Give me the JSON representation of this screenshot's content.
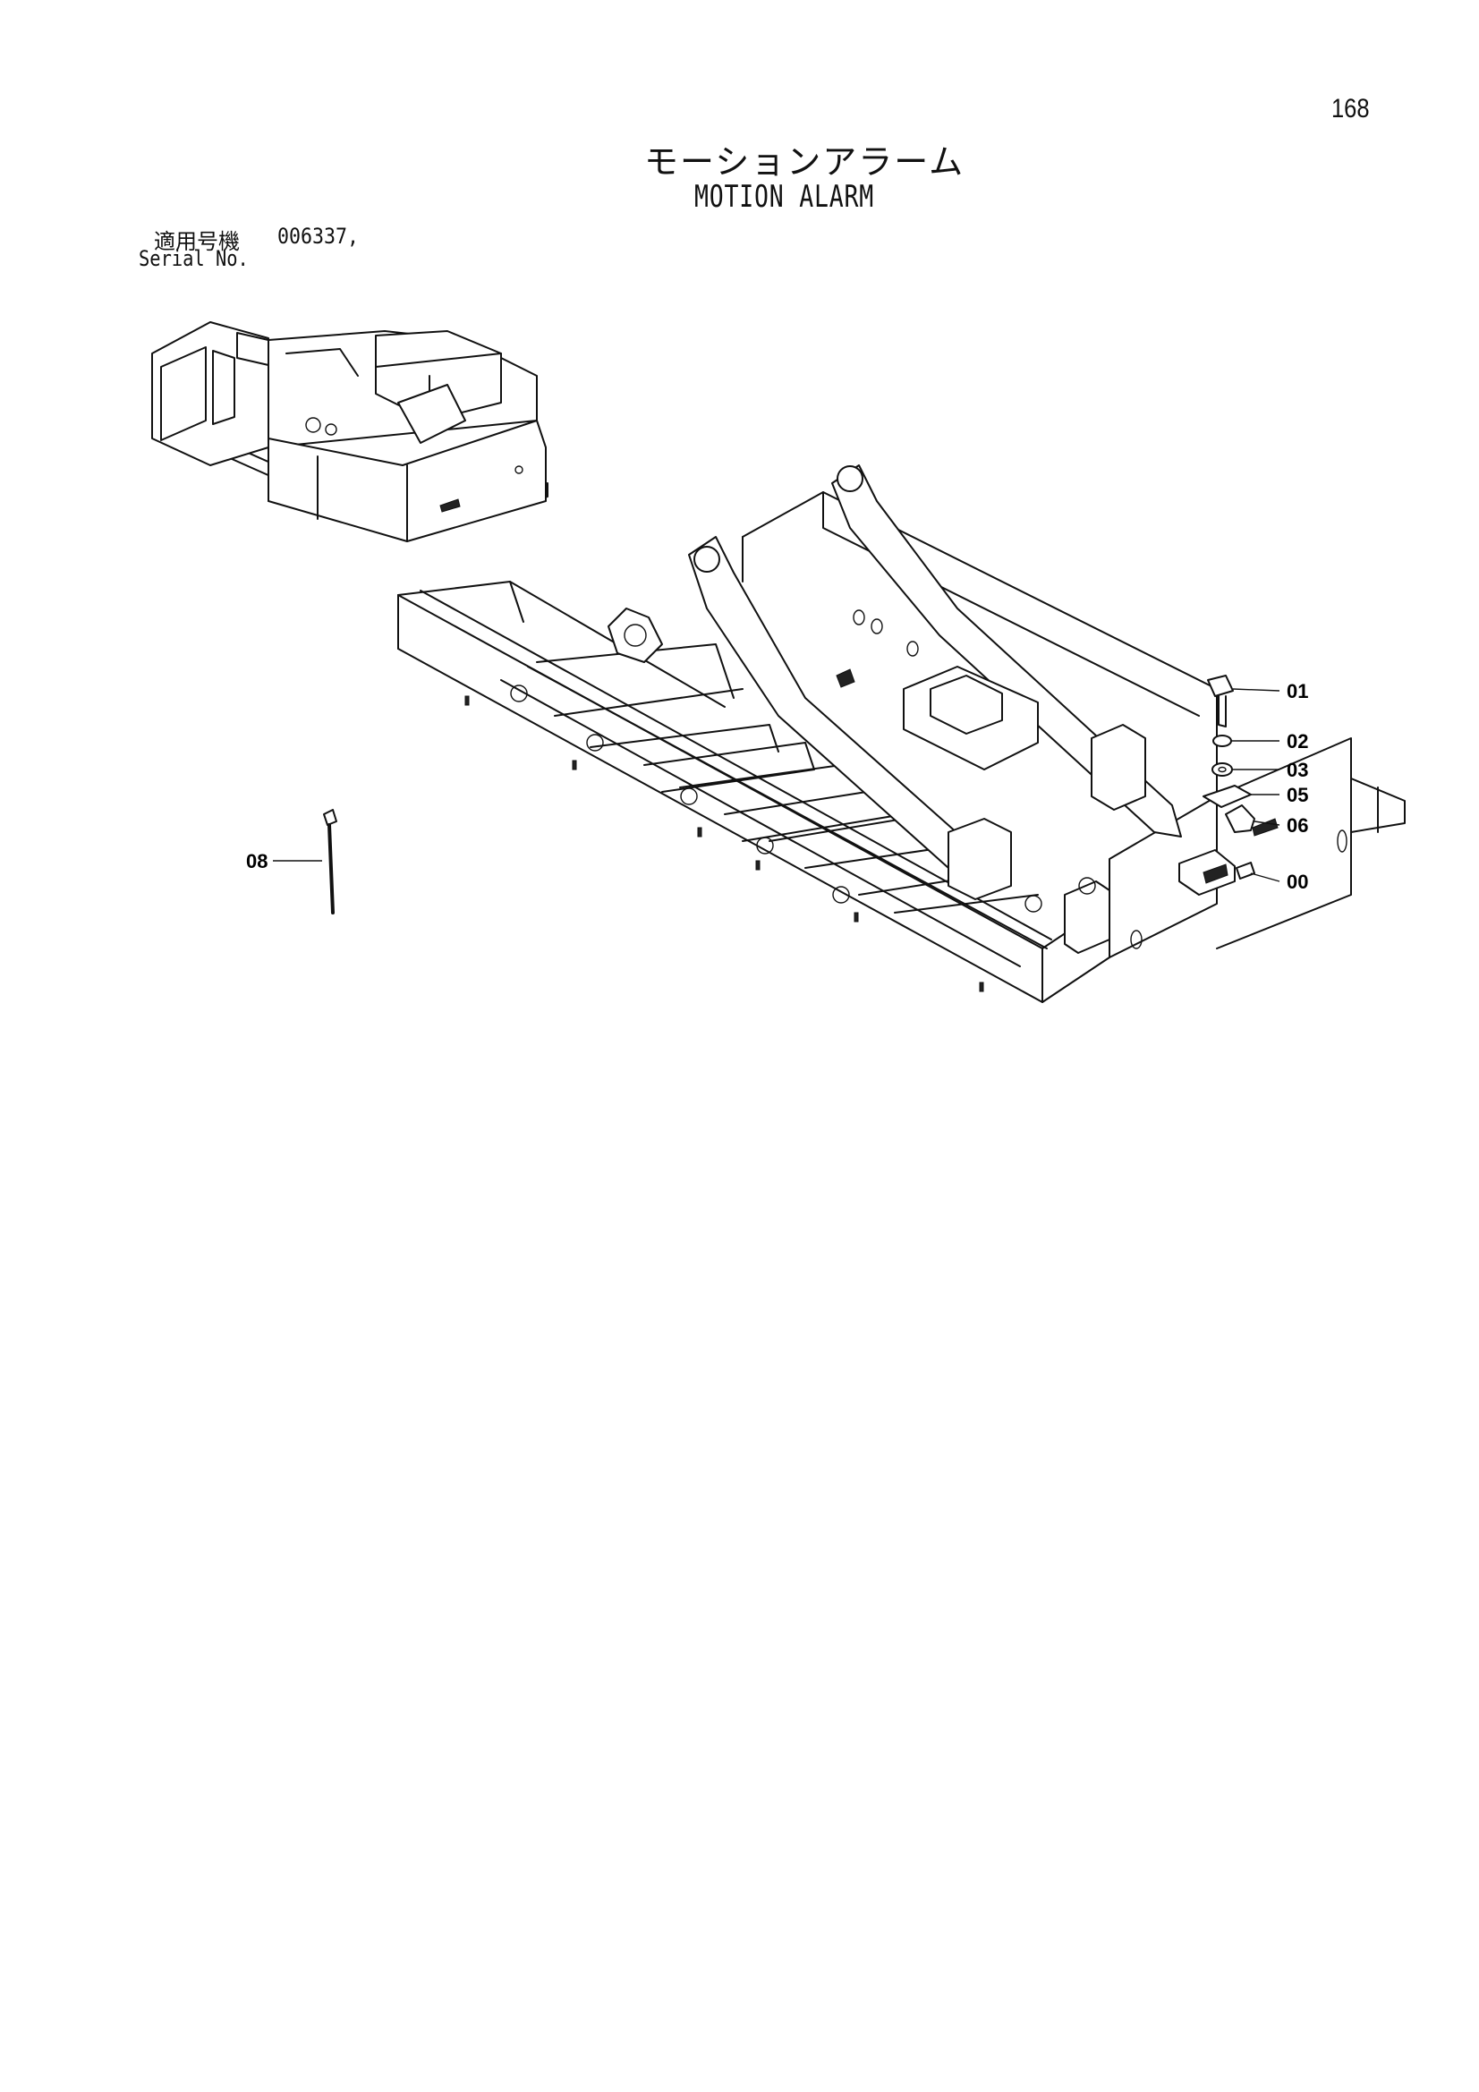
{
  "page": {
    "number": "168",
    "title_jp": "モーションアラーム",
    "title_en": "MOTION ALARM"
  },
  "serial": {
    "label_jp": "適用号機",
    "value": "006337,",
    "label_en": "Serial No."
  },
  "callouts": [
    "01",
    "02",
    "03",
    "05",
    "06",
    "00",
    "08"
  ]
}
